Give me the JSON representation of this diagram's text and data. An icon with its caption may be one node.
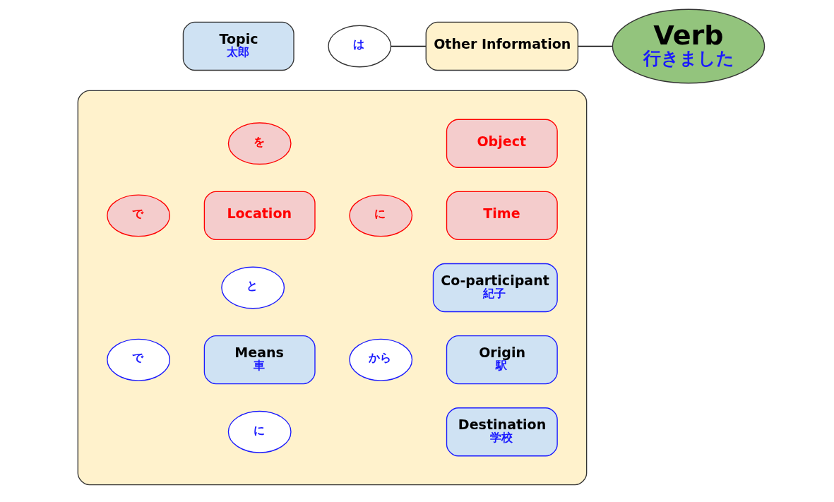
{
  "diagram": {
    "nodes": [
      {
        "text": [
          "Topic",
          "太郎"
        ]
      },
      {
        "text": [
          "は"
        ]
      },
      {
        "text": [
          "Other Information"
        ]
      },
      {
        "text": [
          "Verb",
          "行きました"
        ]
      },
      {
        "text": [],
        "shape": "ellipse"
      },
      {
        "text": [
          "Object"
        ],
        "in": 4
      },
      {
        "text": [
          "を"
        ],
        "in": 4
      },
      {
        "text": [
          "Time"
        ],
        "in": 4
      },
      {
        "text": [
          "に"
        ],
        "in": 4
      },
      {
        "text": [
          "Location"
        ],
        "in": 4
      },
      {
        "text": [
          "で"
        ],
        "in": 4
      },
      {
        "text": [
          "Co-participant",
          "紀子"
        ],
        "in": 4
      },
      {
        "text": [
          "と"
        ],
        "in": 4
      },
      {
        "text": [
          "Origin",
          "駅"
        ],
        "in": 4
      },
      {
        "text": [
          "から"
        ],
        "in": 4
      },
      {
        "text": [
          "Means",
          "車"
        ],
        "in": 4
      },
      {
        "text": [
          "で"
        ],
        "in": 4
      },
      {
        "text": [
          "Destination",
          "学校"
        ],
        "in": 4
      },
      {
        "text": [
          "に"
        ],
        "in": 4
      }
    ],
    "edges": [
      {
        "from": 1,
        "to": 2,
        "arrow": "none"
      },
      {
        "from": 2,
        "to": 3,
        "arrow": "none"
      }
    ]
  }
}
